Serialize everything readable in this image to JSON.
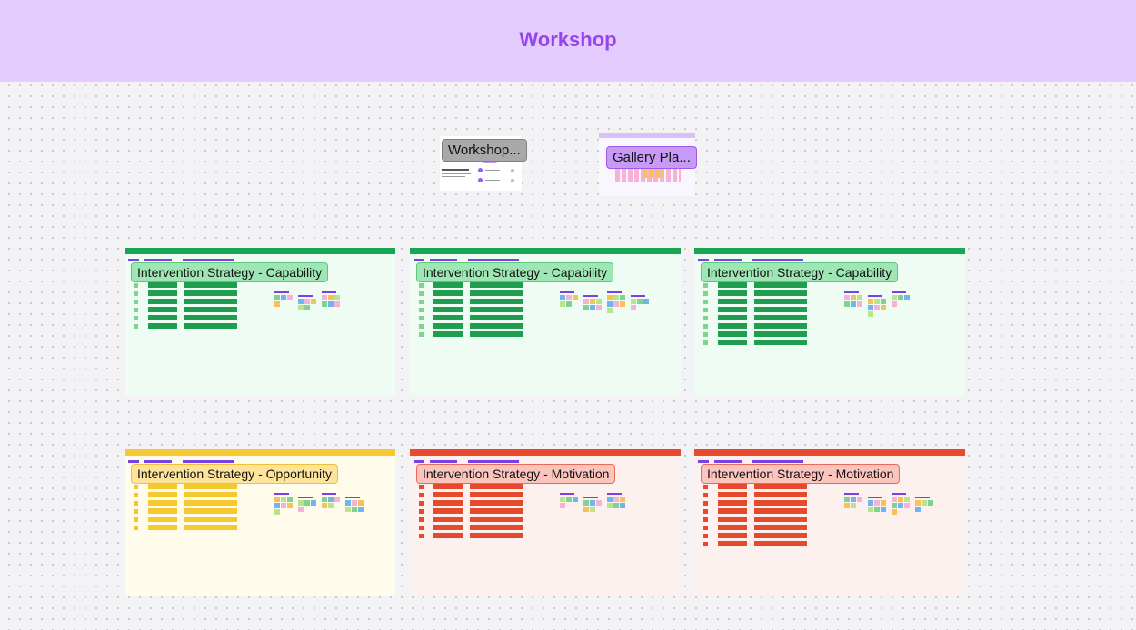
{
  "header": {
    "title": "Workshop"
  },
  "overview": {
    "workshop_card": {
      "label": "Workshop..."
    },
    "gallery_card": {
      "label": "Gallery Pla..."
    }
  },
  "boards": [
    {
      "label": "Intervention Strategy - Capability",
      "theme": "capability"
    },
    {
      "label": "Intervention Strategy - Capability",
      "theme": "capability"
    },
    {
      "label": "Intervention Strategy - Capability",
      "theme": "capability"
    },
    {
      "label": "Intervention Strategy - Opportunity",
      "theme": "opportunity"
    },
    {
      "label": "Intervention Strategy - Motivation",
      "theme": "motivation"
    },
    {
      "label": "Intervention Strategy - Motivation",
      "theme": "motivation"
    }
  ],
  "colors": {
    "header_bg": "#e4ccff",
    "header_text": "#9544ee",
    "capability_bar": "#17a653",
    "capability_bg": "#eefcf4",
    "opportunity_bar": "#f8c935",
    "opportunity_bg": "#fffcec",
    "motivation_bar": "#e9492e",
    "motivation_bg": "#fdf1ef"
  }
}
